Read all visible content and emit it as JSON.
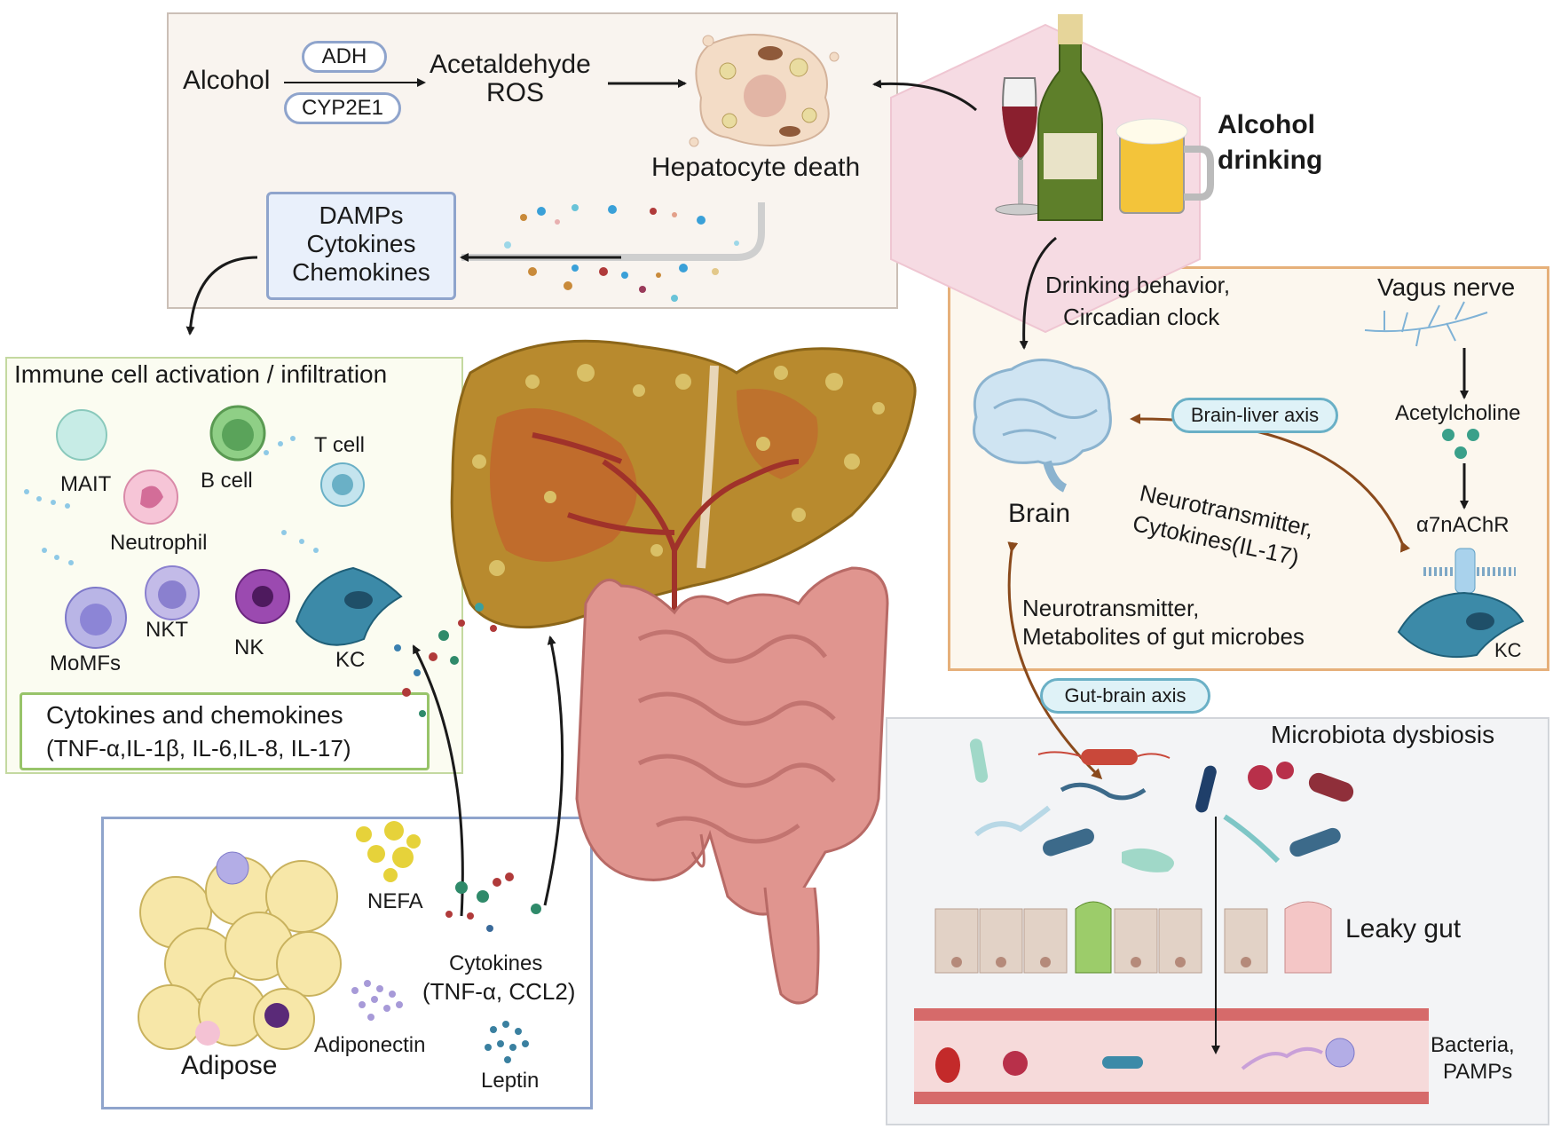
{
  "alcohol_panel": {
    "alcohol": "Alcohol",
    "enzymes": [
      "ADH",
      "CYP2E1"
    ],
    "products": [
      "Acetaldehyde",
      "ROS"
    ],
    "hepatocyte_death": "Hepatocyte death",
    "mediators": [
      "DAMPs",
      "Cytokines",
      "Chemokines"
    ]
  },
  "drinking": {
    "line1": "Alcohol",
    "line2": "drinking"
  },
  "immune_panel": {
    "title": "Immune cell activation / infiltration",
    "cells": [
      "MAIT",
      "B cell",
      "T cell",
      "Neutrophil",
      "MoMFs",
      "NKT",
      "NK",
      "KC"
    ],
    "cytokines_title": "Cytokines and chemokines",
    "cytokines_list": "(TNF-α,IL-1β, IL-6,IL-8, IL-17)"
  },
  "adipose_panel": {
    "nefa": "NEFA",
    "cytokines": "Cytokines",
    "cytokines_list": "(TNF-α, CCL2)",
    "adiponectin": "Adiponectin",
    "leptin": "Leptin",
    "adipose": "Adipose"
  },
  "brain_panel": {
    "behavior1": "Drinking behavior,",
    "behavior2": "Circadian clock",
    "vagus": "Vagus nerve",
    "acetylcholine": "Acetylcholine",
    "receptor": "α7nAChR",
    "brain_liver_axis": "Brain-liver axis",
    "neuro1": "Neurotransmitter,",
    "neuro2": "Cytokines(IL-17)",
    "brain": "Brain",
    "kc": "KC"
  },
  "gut_brain": {
    "metab1": "Neurotransmitter,",
    "metab2": "Metabolites of gut microbes",
    "axis": "Gut-brain axis"
  },
  "gut_panel": {
    "dysbiosis": "Microbiota dysbiosis",
    "leaky": "Leaky gut",
    "bacteria1": "Bacteria,",
    "bacteria2": "PAMPs"
  },
  "colors": {
    "liver": "#b88a2e",
    "liver_red": "#c9462a",
    "intestine": "#e0958f",
    "panel_immune": "#b7d08a",
    "panel_brain": "#e6b07a",
    "panel_adipose": "#8fa4cc",
    "brown_arrow": "#8a4a1c",
    "kc_blue": "#3c8aa8"
  }
}
